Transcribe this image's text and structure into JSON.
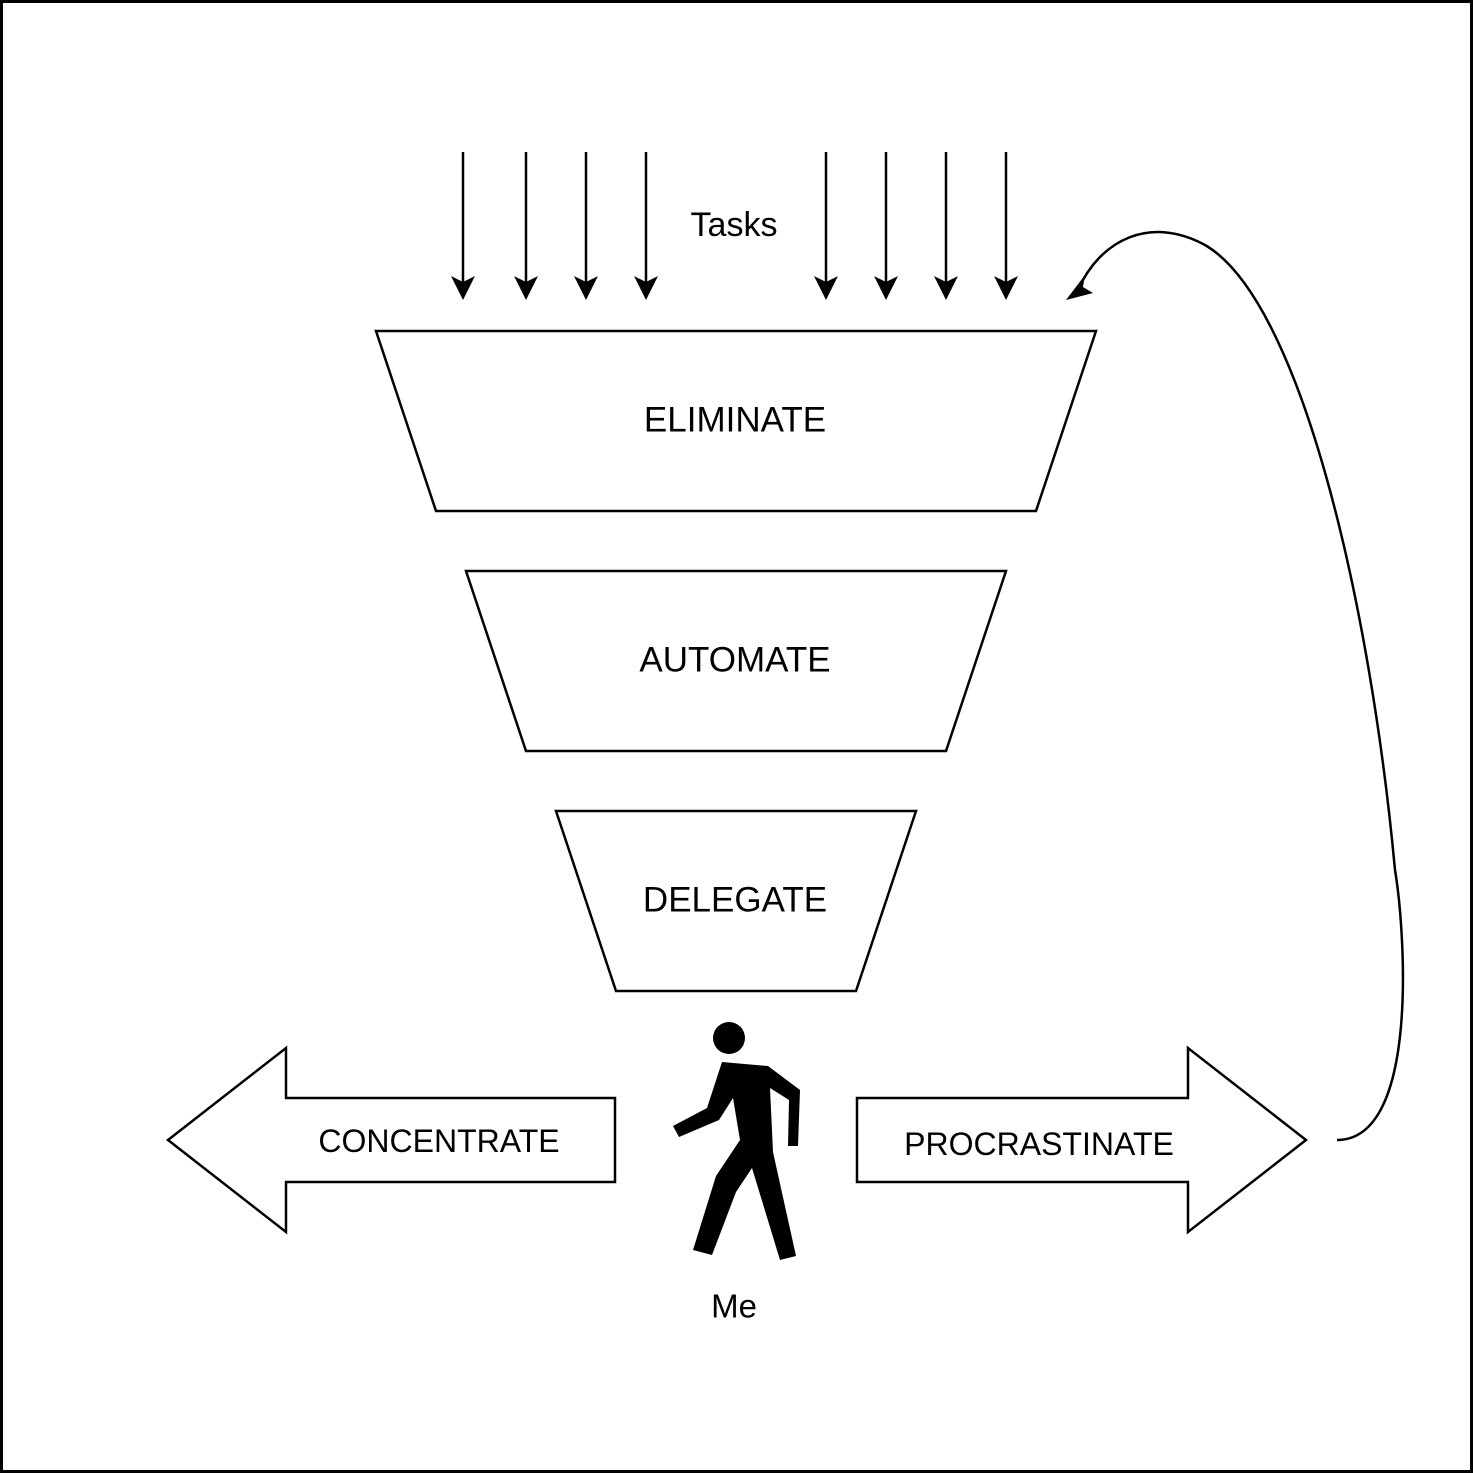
{
  "labels": {
    "tasks": "Tasks",
    "eliminate": "ELIMINATE",
    "automate": "AUTOMATE",
    "delegate": "DELEGATE",
    "concentrate": "CONCENTRATE",
    "procrastinate": "PROCRASTINATE",
    "me": "Me"
  },
  "icons": {
    "person": "walking-person-icon"
  },
  "colors": {
    "stroke": "#000000",
    "fill": "#ffffff",
    "background": "#ffffff"
  }
}
